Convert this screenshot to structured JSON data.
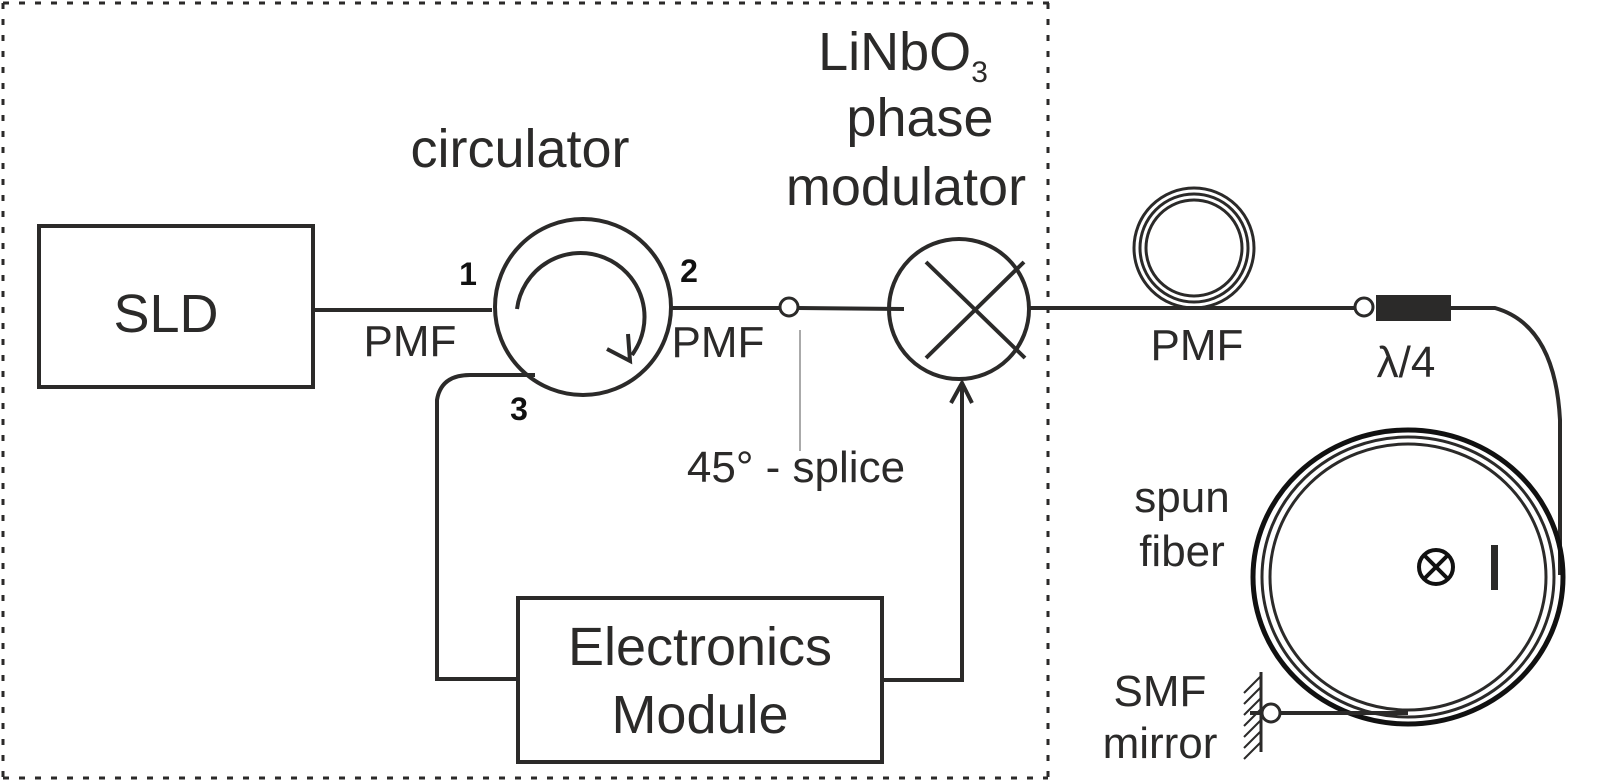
{
  "diagram": {
    "title": "Fiber-optic current sensor setup",
    "enclosure_label": "",
    "components": {
      "source": {
        "label": "SLD"
      },
      "circulator": {
        "label": "circulator",
        "ports": [
          "1",
          "2",
          "3"
        ]
      },
      "modulator": {
        "label_line1": "LiNbO",
        "label_sub": "3",
        "label_line2": "phase",
        "label_line3": "modulator"
      },
      "electronics": {
        "label_line1": "Electronics",
        "label_line2": "Module"
      },
      "waveplate": {
        "label": "λ/4"
      },
      "sensing_coil": {
        "label_line1": "spun",
        "label_line2": "fiber",
        "current_symbol": "⊗",
        "current_label": "I"
      },
      "mirror": {
        "label_line1": "SMF",
        "label_line2": "mirror"
      }
    },
    "fiber_labels": {
      "sld_to_circulator": "PMF",
      "circulator_to_splice": "PMF",
      "delay_coil": "PMF"
    },
    "annotations": {
      "splice": "45° - splice"
    },
    "colors": {
      "line": "#2b2a29",
      "annotation_leader": "#aaaaaa",
      "background": "#ffffff"
    }
  }
}
